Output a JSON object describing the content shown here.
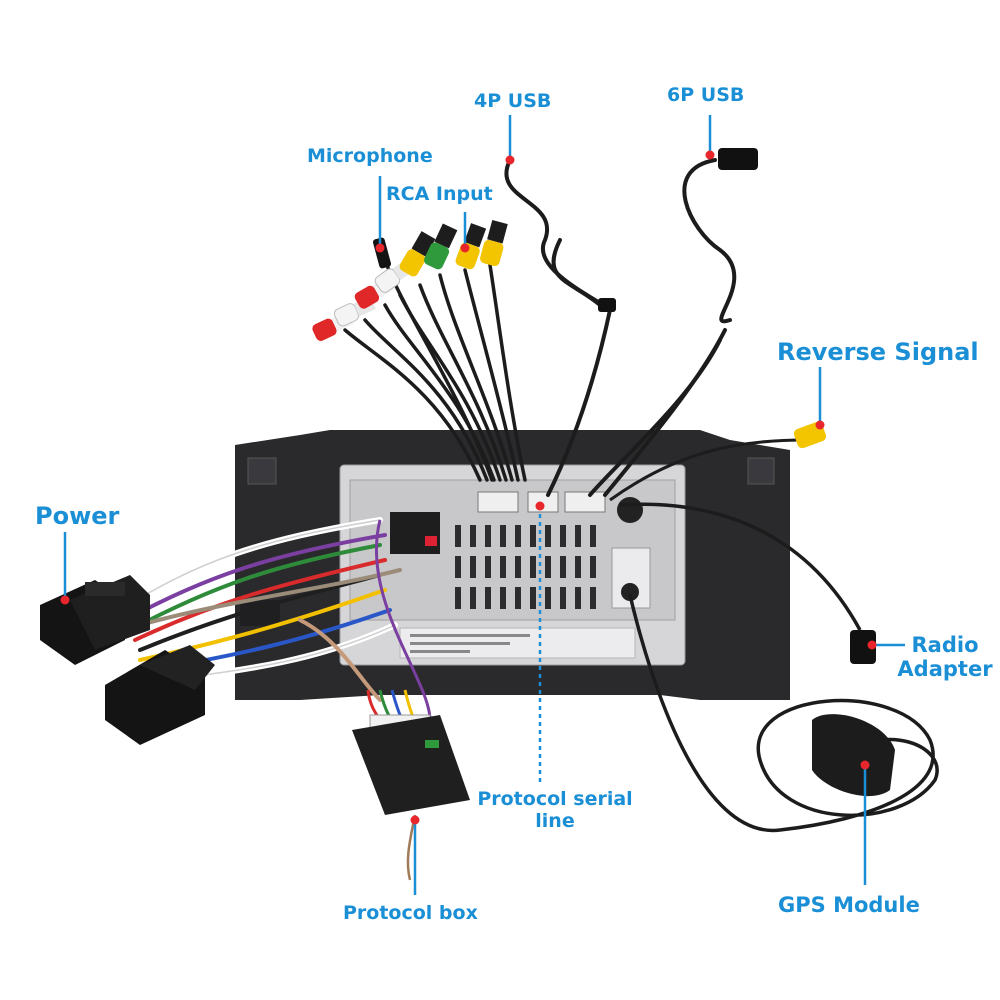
{
  "colors": {
    "label": "#1a8fd6",
    "leader": "#1a8fd6",
    "dot": "#e8262b",
    "cable": "#1c1c1c",
    "frame": "#2a2a2d",
    "chassis": "#d6d6d8"
  },
  "labels": {
    "usb4p": "4P USB",
    "usb6p": "6P USB",
    "microphone": "Microphone",
    "rca_input": "RCA Input",
    "reverse_signal": "Reverse Signal",
    "power": "Power",
    "radio_adapter_1": "Radio",
    "radio_adapter_2": "Adapter",
    "protocol_serial_1": "Protocol serial",
    "protocol_serial_2": "line",
    "protocol_box": "Protocol box",
    "gps_module": "GPS Module"
  }
}
